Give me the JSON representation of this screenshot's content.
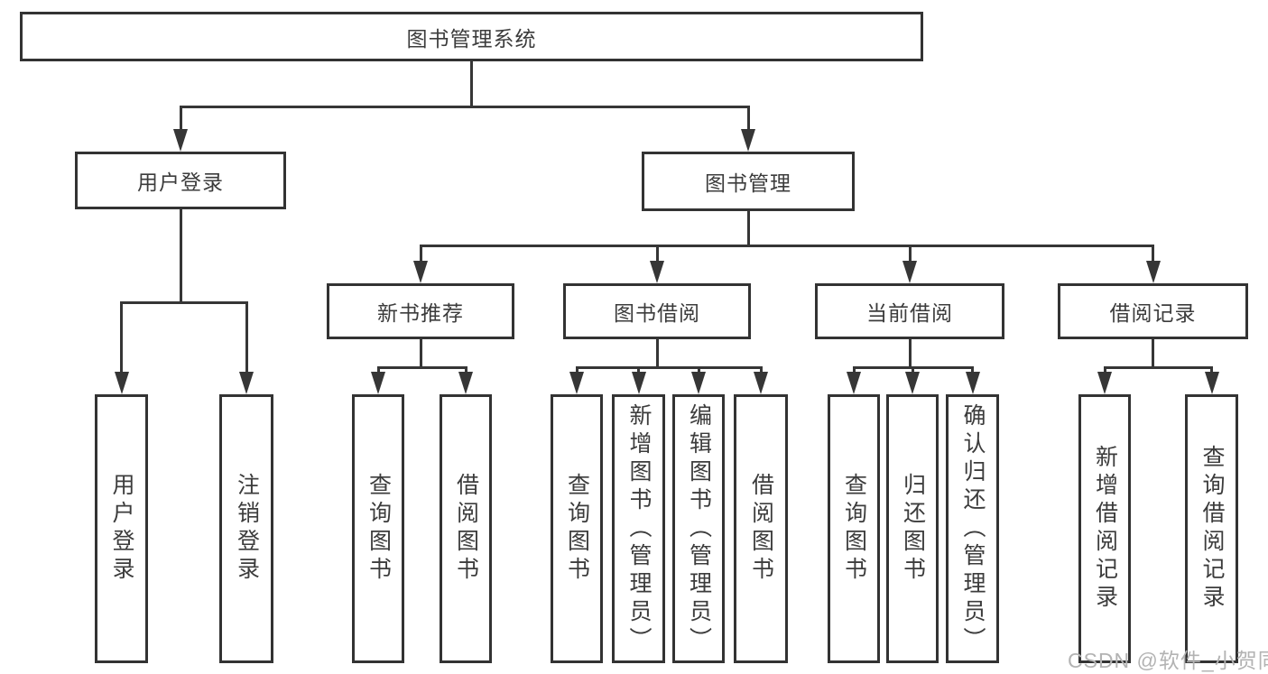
{
  "diagram": {
    "title": "图书管理系统",
    "watermark": "CSDN @软件_小贺同学",
    "colors": {
      "background": "#ffffff",
      "box_border": "#333333",
      "connector_line": "#363636",
      "text": "#3c3c3c",
      "watermark_text": "#b3b3b3"
    },
    "nodes": [
      {
        "id": "root",
        "label": "图书管理系统",
        "level": 1,
        "parent": null
      },
      {
        "id": "user-login",
        "label": "用户登录",
        "level": 2,
        "parent": "root"
      },
      {
        "id": "book-mgmt",
        "label": "图书管理",
        "level": 2,
        "parent": "root"
      },
      {
        "id": "new-book-rec",
        "label": "新书推荐",
        "level": 3,
        "parent": "book-mgmt"
      },
      {
        "id": "book-borrow",
        "label": "图书借阅",
        "level": 3,
        "parent": "book-mgmt"
      },
      {
        "id": "current-borrow",
        "label": "当前借阅",
        "level": 3,
        "parent": "book-mgmt"
      },
      {
        "id": "borrow-records",
        "label": "借阅记录",
        "level": 3,
        "parent": "book-mgmt"
      },
      {
        "id": "leaf-user-login",
        "label": "用户登录",
        "level": 4,
        "parent": "user-login"
      },
      {
        "id": "leaf-logout",
        "label": "注销登录",
        "level": 4,
        "parent": "user-login"
      },
      {
        "id": "leaf-query-book-a",
        "label": "查询图书",
        "level": 4,
        "parent": "new-book-rec"
      },
      {
        "id": "leaf-borrow-book-a",
        "label": "借阅图书",
        "level": 4,
        "parent": "new-book-rec"
      },
      {
        "id": "leaf-query-book-b",
        "label": "查询图书",
        "level": 4,
        "parent": "book-borrow"
      },
      {
        "id": "leaf-add-book",
        "label": "新增图书（管理员）",
        "level": 4,
        "parent": "book-borrow"
      },
      {
        "id": "leaf-edit-book",
        "label": "编辑图书（管理员）",
        "level": 4,
        "parent": "book-borrow"
      },
      {
        "id": "leaf-borrow-book-b",
        "label": "借阅图书",
        "level": 4,
        "parent": "book-borrow"
      },
      {
        "id": "leaf-query-book-c",
        "label": "查询图书",
        "level": 4,
        "parent": "current-borrow"
      },
      {
        "id": "leaf-return-book",
        "label": "归还图书",
        "level": 4,
        "parent": "current-borrow"
      },
      {
        "id": "leaf-confirm-return",
        "label": "确认归还（管理员）",
        "level": 4,
        "parent": "current-borrow"
      },
      {
        "id": "leaf-add-record",
        "label": "新增借阅记录",
        "level": 4,
        "parent": "borrow-records"
      },
      {
        "id": "leaf-query-record",
        "label": "查询借阅记录",
        "level": 4,
        "parent": "borrow-records"
      }
    ]
  }
}
